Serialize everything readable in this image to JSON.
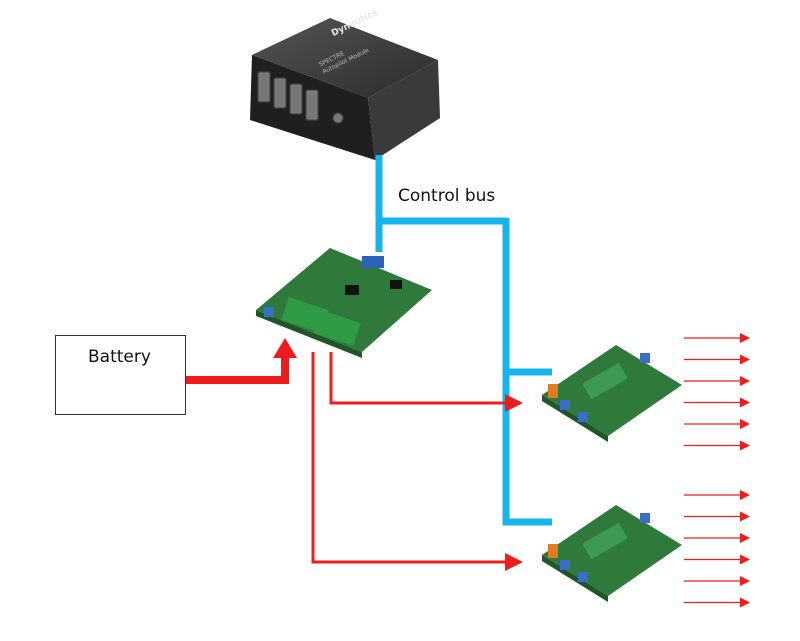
{
  "labels": {
    "control_bus": "Control bus",
    "battery": "Battery"
  },
  "module": {
    "brand": "Dynautics",
    "name_line1": "SPECTRE",
    "name_line2": "Autopilot Module"
  },
  "colors": {
    "bus": "#15b4ec",
    "power": "#ee1c1c",
    "pcb": "#2f7a3a",
    "module_body": "#2a2a2c"
  },
  "outputs_per_board": 6
}
